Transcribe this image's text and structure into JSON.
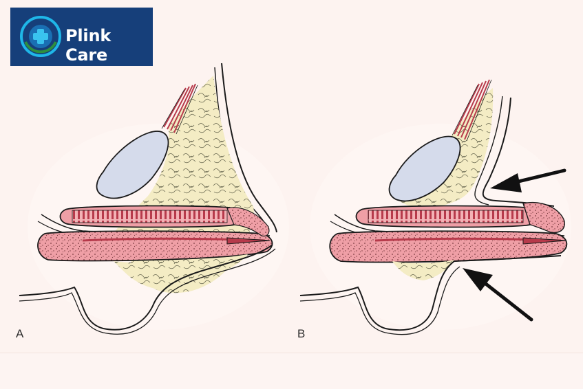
{
  "brand": {
    "name": "Plink Care",
    "colors": {
      "primary": "#163f7a",
      "accent": "#1fb7e8",
      "secondary": "#2e8f3e"
    }
  },
  "panels": [
    {
      "label": "A"
    },
    {
      "label": "B"
    }
  ],
  "colors": {
    "background": "#fdf3f0",
    "tissue_pink": "#ef9fa6",
    "fat_yellow": "#f4ecc4",
    "muscle_red": "#b73a4b",
    "gland_blue": "#d5dbeb",
    "outline": "#1a1a1a"
  }
}
